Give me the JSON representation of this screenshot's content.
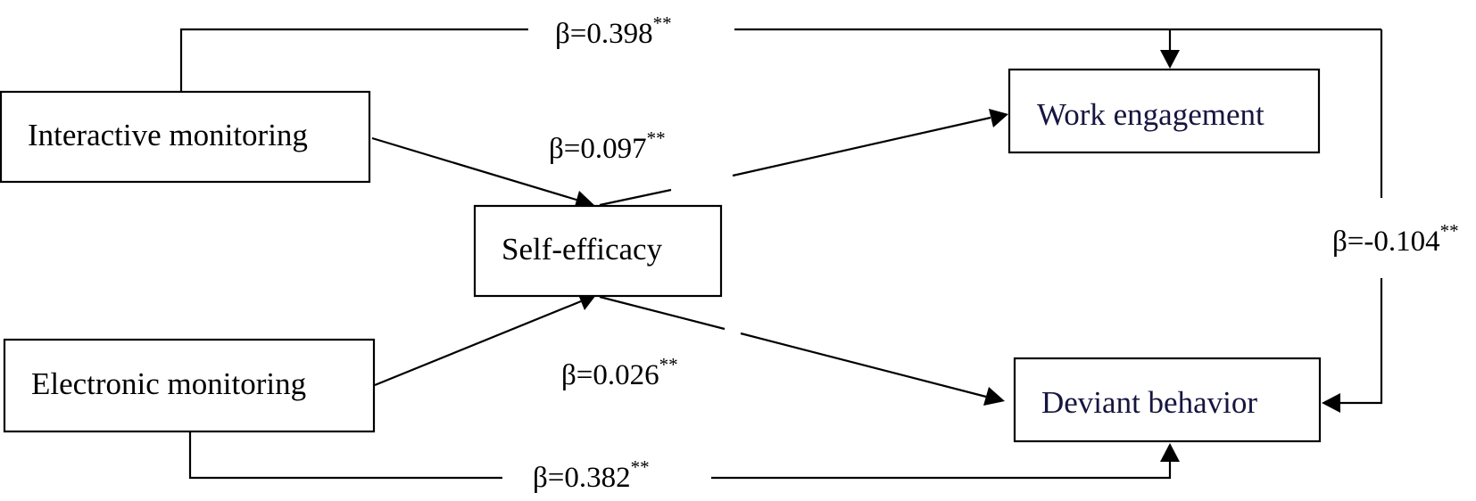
{
  "diagram": {
    "nodes": {
      "interactive": "Interactive monitoring",
      "electronic": "Electronic monitoring",
      "self_efficacy": "Self-efficacy",
      "work_engagement": "Work engagement",
      "deviant": "Deviant behavior"
    },
    "paths": {
      "interactive_to_work": {
        "prefix": "β=",
        "value": "0.398",
        "sig": "**"
      },
      "self_efficacy_to_work": {
        "prefix": "β=",
        "value": "0.097",
        "sig": "**"
      },
      "interactive_to_deviant": {
        "prefix": "β=",
        "value": "-0.104",
        "sig": "**"
      },
      "self_efficacy_to_deviant": {
        "prefix": "β=",
        "value": "0.026",
        "sig": "**"
      },
      "electronic_to_deviant": {
        "prefix": "β=",
        "value": "0.382",
        "sig": "**"
      }
    },
    "colors": {
      "outcome_label": "#151540",
      "line": "#000000"
    }
  }
}
